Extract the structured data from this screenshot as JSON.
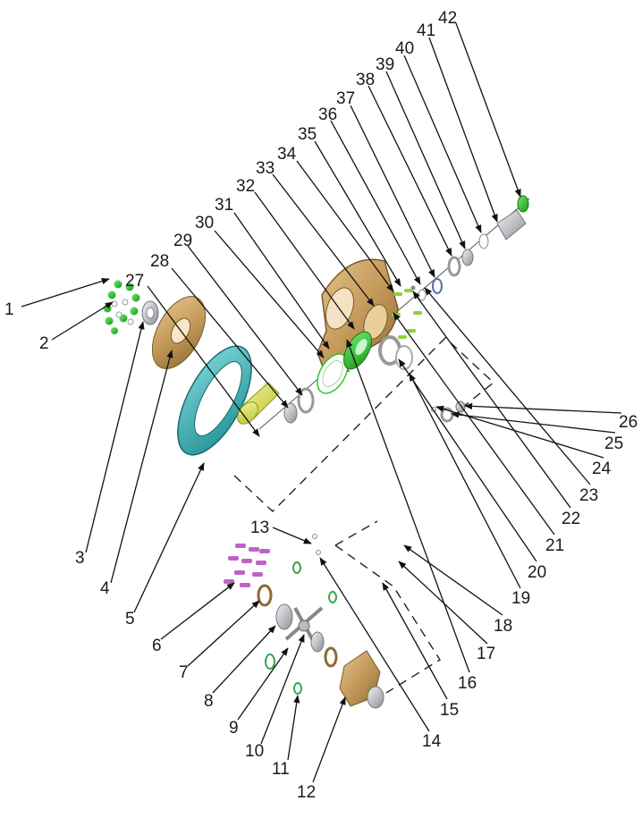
{
  "labels": [
    "1",
    "2",
    "3",
    "4",
    "5",
    "6",
    "7",
    "8",
    "9",
    "10",
    "11",
    "12",
    "13",
    "14",
    "15",
    "16",
    "17",
    "18",
    "19",
    "20",
    "21",
    "22",
    "23",
    "24",
    "25",
    "26",
    "27",
    "28",
    "29",
    "30",
    "31",
    "32",
    "33",
    "34",
    "35",
    "36",
    "37",
    "38",
    "39",
    "40",
    "41",
    "42"
  ],
  "colors": {
    "bronze": "#c9a46a",
    "teal": "#2fb3b7",
    "green": "#2ec82e",
    "light_green": "#9ad99a",
    "yellow": "#d7e04a",
    "magenta": "#c061c8",
    "steel": "#b8b8c0",
    "line": "#111111"
  }
}
